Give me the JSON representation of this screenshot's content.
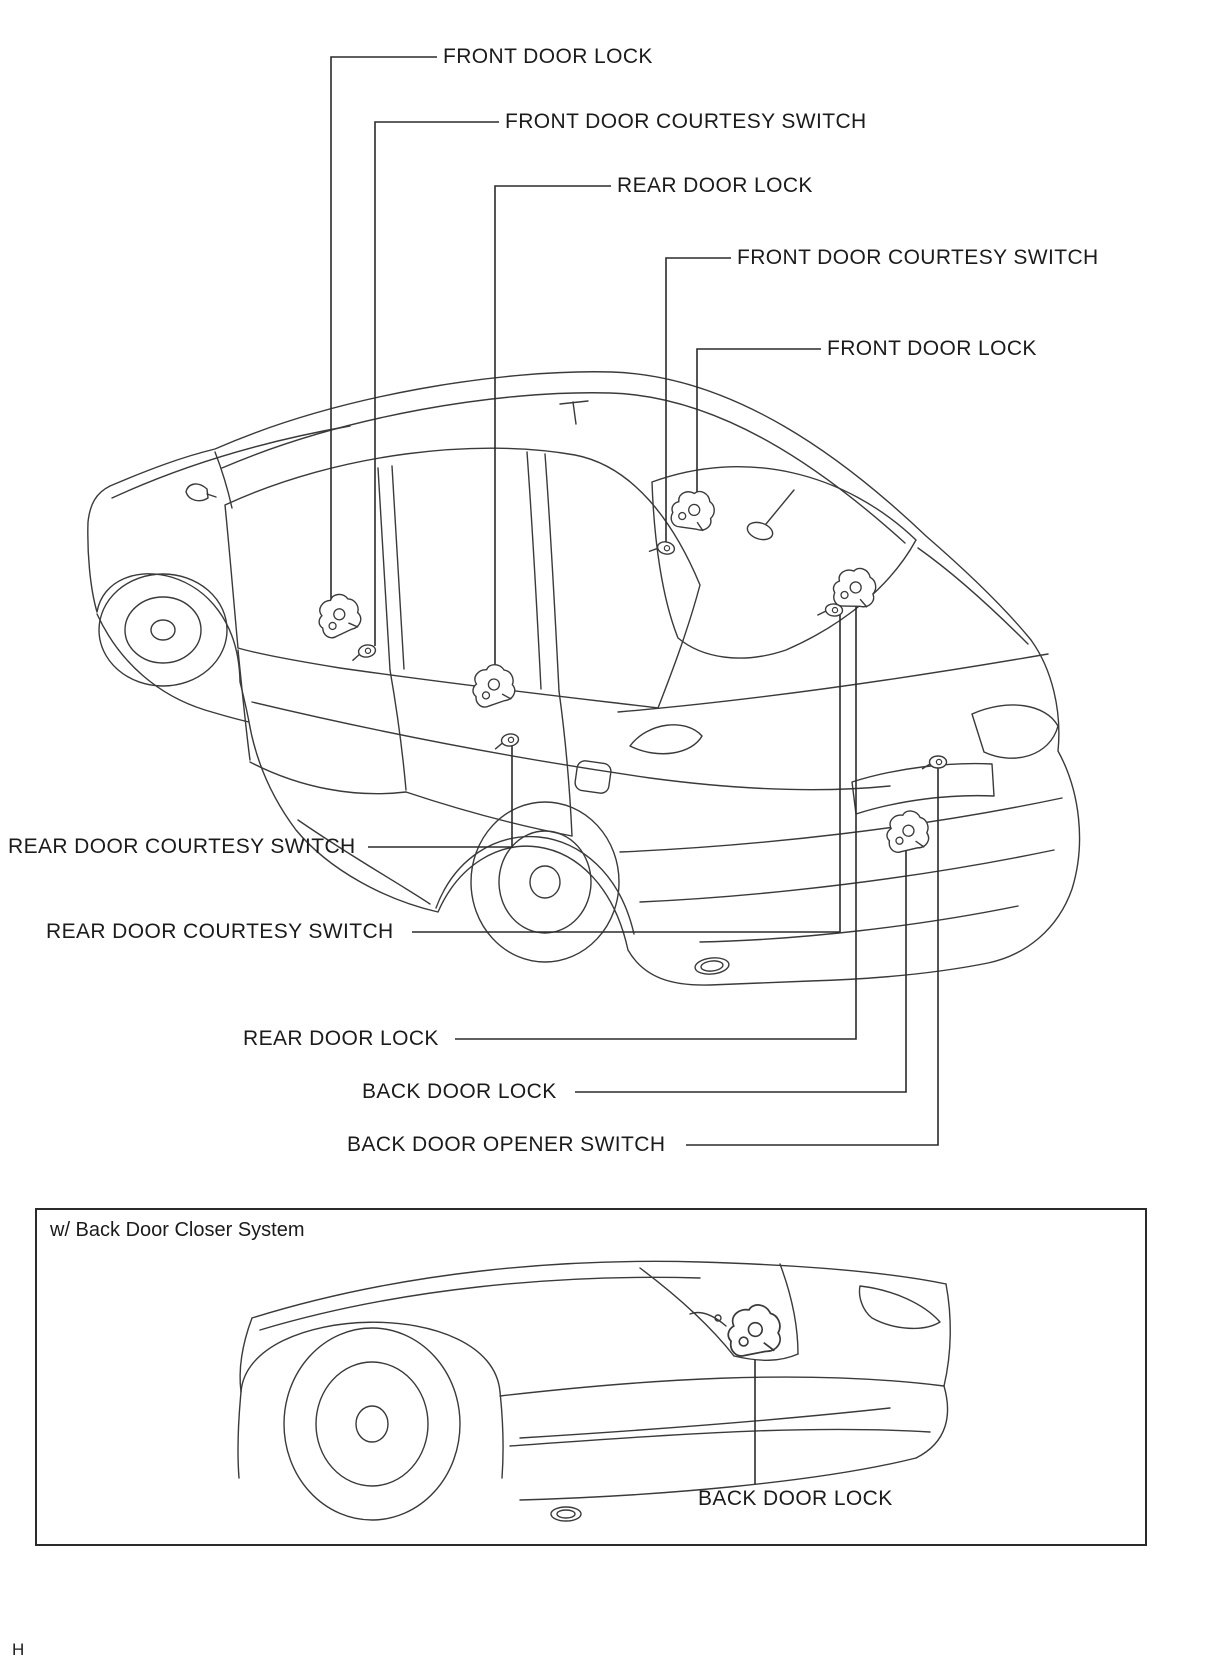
{
  "page": {
    "footer_mark": "H"
  },
  "diagram": {
    "labels": [
      "FRONT DOOR LOCK",
      "FRONT DOOR COURTESY SWITCH",
      "REAR DOOR LOCK",
      "FRONT DOOR COURTESY SWITCH",
      "FRONT DOOR LOCK",
      "REAR DOOR COURTESY SWITCH",
      "REAR DOOR COURTESY SWITCH",
      "REAR DOOR LOCK",
      "BACK DOOR LOCK",
      "BACK DOOR OPENER SWITCH"
    ]
  },
  "inset": {
    "title": "w/ Back Door Closer System",
    "labels": [
      "BACK DOOR LOCK"
    ]
  }
}
